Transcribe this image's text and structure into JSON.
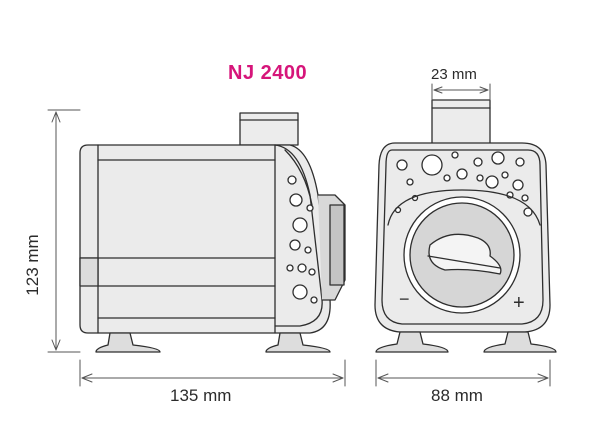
{
  "model": {
    "name": "NJ 2400",
    "color": "#d6157a"
  },
  "dimensions": {
    "height": "123 mm",
    "length": "135 mm",
    "width": "88 mm",
    "outlet": "23 mm"
  },
  "front_signs": {
    "minus": "−",
    "plus": "+"
  },
  "colors": {
    "line": "#2e2e2e",
    "fill": "#e6e6e6",
    "dark": "#bfbfbf"
  }
}
